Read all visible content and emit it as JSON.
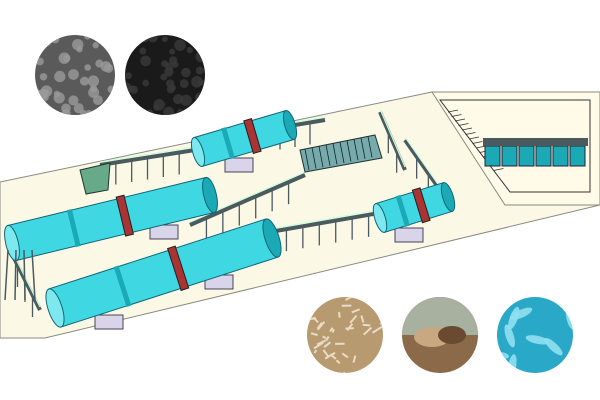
{
  "colors": {
    "floor": "#fbf8e6",
    "floor_edge": "#8a8a80",
    "drum": "#3fd8e2",
    "drum_dark": "#1aa9b5",
    "steel": "#4a5a5e",
    "base": "#d9d4ea",
    "warehouse_floor": "#fffbe8"
  },
  "photos": [
    {
      "name": "gray-granules-photo",
      "color": "#5a5a5a",
      "accent": "#9a9a9a"
    },
    {
      "name": "black-granules-photo",
      "color": "#1a1a1a",
      "accent": "#3a3a3a"
    },
    {
      "name": "straw-photo",
      "color": "#b89a70",
      "accent": "#e8dcc4"
    },
    {
      "name": "horses-photo",
      "color": "#8a6a48",
      "accent": "#c8b8a0"
    },
    {
      "name": "bacteria-photo",
      "color": "#2aa8c8",
      "accent": "#8fe0f0"
    }
  ]
}
